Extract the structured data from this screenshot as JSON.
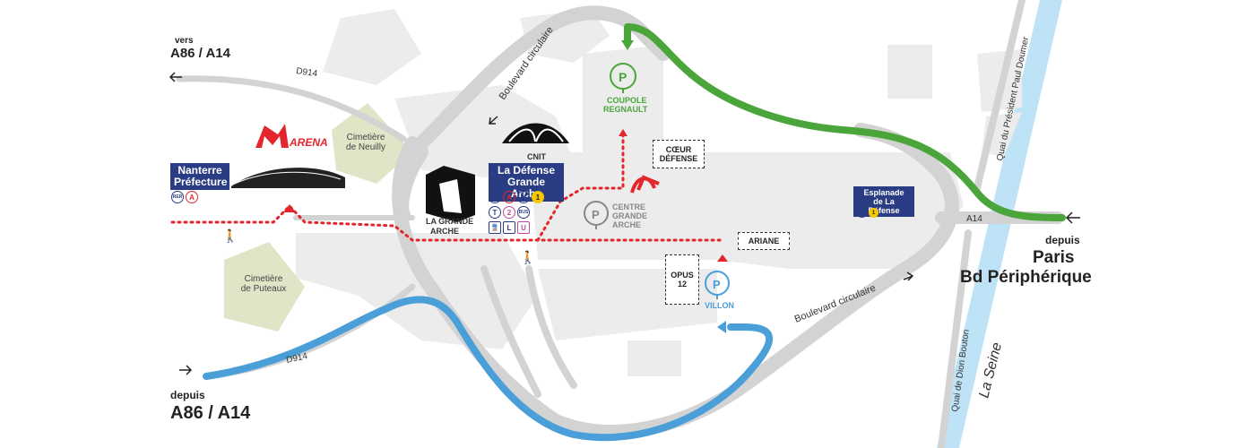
{
  "directions": {
    "top_left_vers": "vers",
    "top_left_road": "A86 / A14",
    "bottom_left_depuis": "depuis",
    "bottom_left_road": "A86 / A14",
    "right_depuis": "depuis",
    "right_paris": "Paris",
    "right_bd": "Bd Périphérique"
  },
  "roads": {
    "d914_top": "D914",
    "d914_bottom": "D914",
    "boulevard_top": "Boulevard circulaire",
    "boulevard_bottom": "Boulevard circulaire",
    "a14": "A14",
    "quai_doumer": "Quai du Président Paul Doumer",
    "quai_bouton": "Quai de Dion Bouton",
    "seine": "La Seine"
  },
  "places": {
    "cimetiere_neuilly": "Cimetière\nde Neuilly",
    "cimetiere_puteaux": "Cimetière\nde Puteaux",
    "arena": "ARENA",
    "cnit": "CNIT",
    "grande_arche_1": "LA GRANDE",
    "grande_arche_2": "ARCHE",
    "coeur_defense_1": "CŒUR",
    "coeur_defense_2": "DÉFENSE",
    "ariane": "ARIANE",
    "opus_1": "OPUS",
    "opus_2": "12"
  },
  "stations": {
    "nanterre_1": "Nanterre",
    "nanterre_2": "Préfecture",
    "defense_1": "La Défense",
    "defense_2": "Grande Arche",
    "esplanade_1": "Esplanade",
    "esplanade_2": "de La Défense"
  },
  "transit_icons": {
    "rer": "RER",
    "a": "A",
    "m": "M",
    "one": "1",
    "t": "T",
    "two": "2",
    "bus": "BUS",
    "train": "🚆",
    "l": "L",
    "u": "U"
  },
  "parkings": {
    "p_letter": "P",
    "coupole_1": "COUPOLE",
    "coupole_2": "REGNAULT",
    "centre_1": "CENTRE",
    "centre_2": "GRANDE",
    "centre_3": "ARCHE",
    "villon": "VILLON"
  },
  "colors": {
    "green_route": "#4aa63a",
    "blue_route": "#4a9fd8",
    "red_walk": "#e3262b",
    "road_gray": "#d3d3d3",
    "area_gray": "#ececec",
    "park_green": "#dfe6c8",
    "navy": "#2a3c84",
    "seine": "#bfe3f6"
  }
}
